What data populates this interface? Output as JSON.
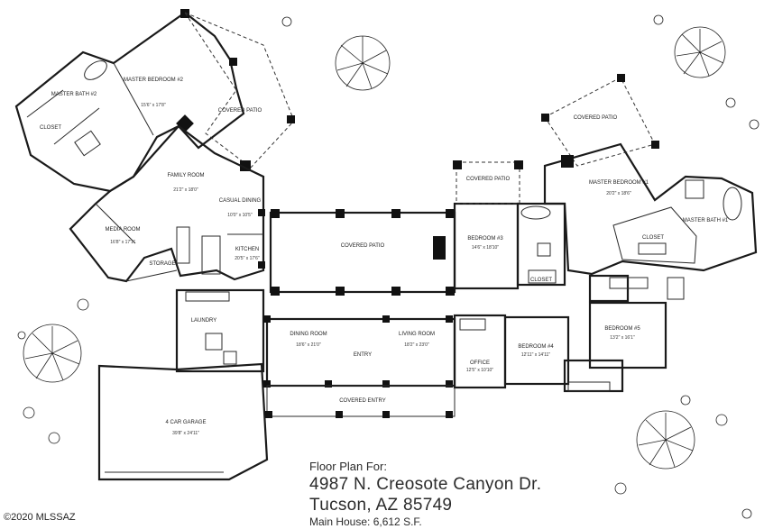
{
  "rooms": {
    "master_bath_2": {
      "name": "MASTER BATH #2"
    },
    "closet_2": {
      "name": "CLOSET"
    },
    "master_bedroom_2": {
      "name": "MASTER BEDROOM #2",
      "dim": "15'6\" x 17'8\""
    },
    "covered_patio_nw": {
      "name": "COVERED PATIO"
    },
    "family_room": {
      "name": "FAMILY ROOM",
      "dim": "21'2\" x 18'0\""
    },
    "casual_dining": {
      "name": "CASUAL DINING",
      "dim": "10'0\" x 10'5\""
    },
    "media_room": {
      "name": "MEDIA ROOM",
      "dim": "16'8\" x 17'1\""
    },
    "storage": {
      "name": "STORAGE"
    },
    "kitchen": {
      "name": "KITCHEN",
      "dim": "20'5\" x 17'6\""
    },
    "covered_patio_center": {
      "name": "COVERED PATIO"
    },
    "covered_patio_small": {
      "name": "COVERED PATIO"
    },
    "bedroom_3": {
      "name": "BEDROOM #3",
      "dim": "14'6\" x 18'10\""
    },
    "closet_3": {
      "name": "CLOSET"
    },
    "covered_patio_ne": {
      "name": "COVERED PATIO"
    },
    "master_bedroom_1": {
      "name": "MASTER BEDROOM #1",
      "dim": "20'2\" x 18'6\""
    },
    "closet_1": {
      "name": "CLOSET"
    },
    "master_bath_1": {
      "name": "MASTER BATH #1"
    },
    "laundry": {
      "name": "LAUNDRY"
    },
    "dining_room": {
      "name": "DINING ROOM",
      "dim": "18'6\" x 21'0\""
    },
    "entry": {
      "name": "ENTRY"
    },
    "living_room": {
      "name": "LIVING ROOM",
      "dim": "18'2\" x 23'0\""
    },
    "office": {
      "name": "OFFICE",
      "dim": "12'5\" x 10'10\""
    },
    "bedroom_4": {
      "name": "BEDROOM #4",
      "dim": "12'11\" x 14'11\""
    },
    "bedroom_5": {
      "name": "BEDROOM #5",
      "dim": "13'2\" x 16'1\""
    },
    "covered_entry": {
      "name": "COVERED ENTRY"
    },
    "garage": {
      "name": "4 CAR GARAGE",
      "dim": "39'8\" x 24'11\""
    }
  },
  "caption": {
    "intro": "Floor Plan For:",
    "address_line1": "4987 N. Creosote Canyon Dr.",
    "address_line2": "Tucson, AZ  85749",
    "area": "Main House: 6,612 S.F."
  },
  "copyright": "©2020 MLSSAZ"
}
